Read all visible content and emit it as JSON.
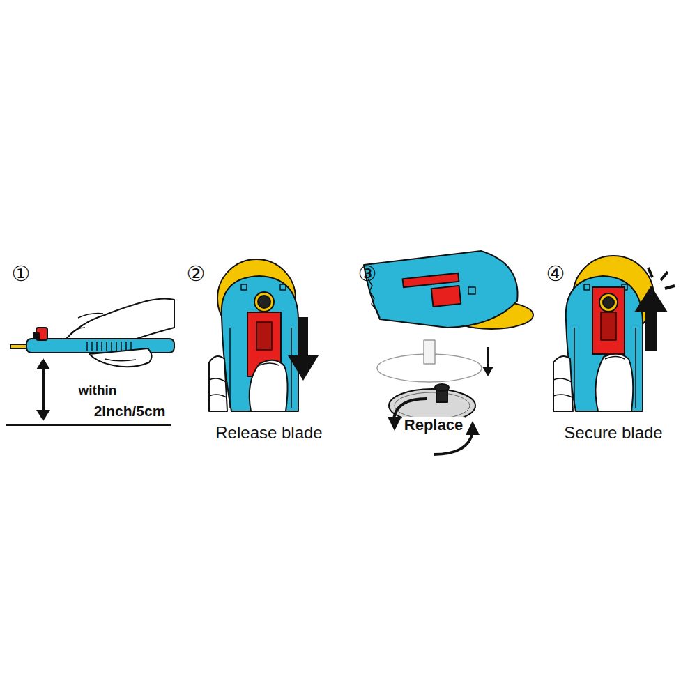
{
  "diagram": {
    "labels": [
      "①",
      "within",
      "2Inch/5cm",
      "②",
      "Release blade",
      "③",
      "Replace",
      "④",
      "Secure blade"
    ]
  }
}
